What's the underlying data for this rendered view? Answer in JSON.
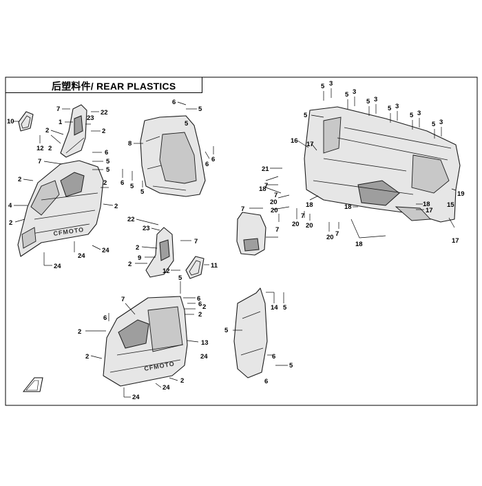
{
  "page": {
    "title": "后塑料件/ REAR PLASTICS"
  },
  "branding": {
    "logo_text_left": "CFMOTO",
    "logo_text_right": "CFMOTO"
  },
  "callouts": [
    "10",
    "7",
    "22",
    "1",
    "23",
    "2",
    "2",
    "12",
    "2",
    "6",
    "5",
    "7",
    "5",
    "2",
    "2",
    "4",
    "2",
    "2",
    "24",
    "24",
    "24",
    "6",
    "5",
    "8",
    "6",
    "5",
    "5",
    "6",
    "6",
    "5",
    "22",
    "23",
    "7",
    "2",
    "9",
    "2",
    "12",
    "11",
    "7",
    "6",
    "5",
    "6",
    "2",
    "2",
    "6",
    "2",
    "13",
    "2",
    "2",
    "24",
    "24",
    "24",
    "5",
    "14",
    "5",
    "6",
    "5",
    "6",
    "5",
    "3",
    "5",
    "3",
    "5",
    "3",
    "5",
    "3",
    "5",
    "3",
    "5",
    "3",
    "5",
    "16",
    "17",
    "21",
    "18",
    "7",
    "7",
    "7",
    "20",
    "20",
    "7",
    "20",
    "7",
    "20",
    "18",
    "18",
    "17",
    "18",
    "17",
    "19",
    "20",
    "7",
    "18",
    "15"
  ],
  "icons": {
    "front_arrow": "front-direction-arrow-icon"
  }
}
